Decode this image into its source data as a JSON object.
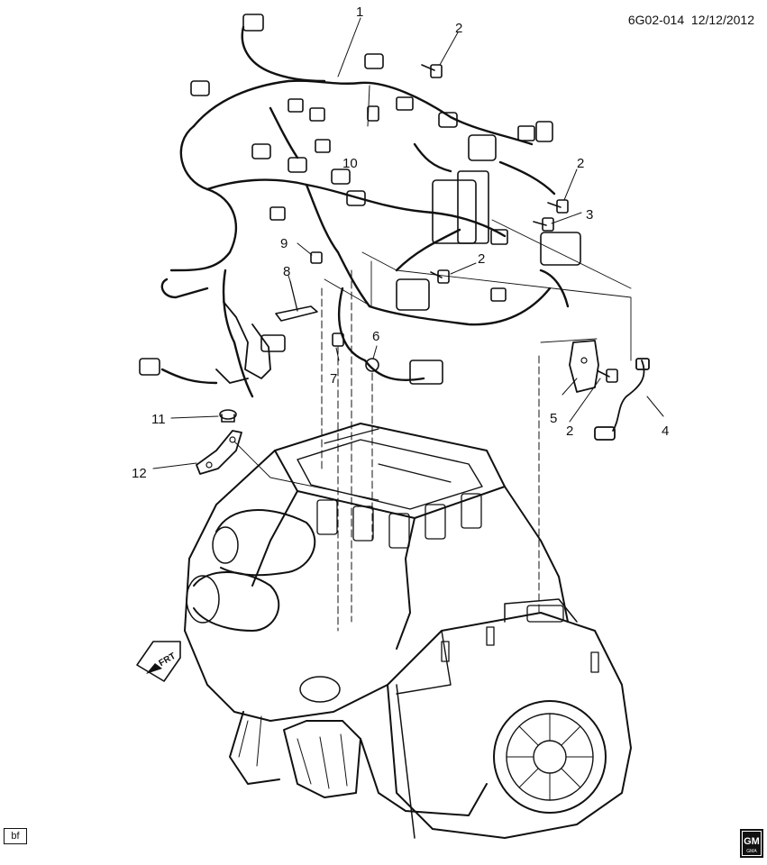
{
  "header": {
    "code": "6G02-014",
    "date": "12/12/2012"
  },
  "callouts": [
    "1",
    "2",
    "2",
    "3",
    "2",
    "4",
    "5",
    "2",
    "6",
    "7",
    "8",
    "9",
    "10",
    "11",
    "12"
  ],
  "frt_label": "FRT",
  "stamp_label": "bf",
  "logo": {
    "top": "GM",
    "bottom": "GMA"
  },
  "colors": {
    "line": "#111111",
    "background": "#ffffff"
  }
}
